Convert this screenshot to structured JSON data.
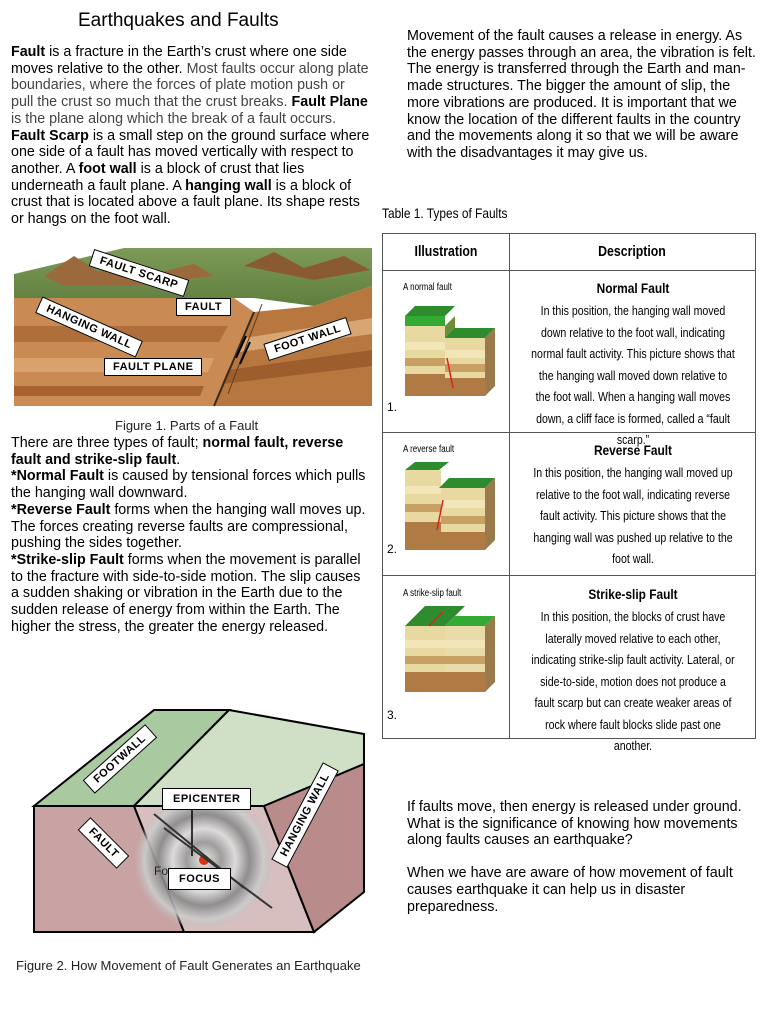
{
  "title": "Earthquakes and Faults",
  "intro": {
    "fault_term": "Fault",
    "fault_def": " is a fracture in the Earth’s crust where one side moves relative to the other.",
    "fault_more": " Most faults occur along plate boundaries, where the forces of plate motion push or pull the crust so much that the crust breaks.",
    "plane_term": "Fault Plane",
    "plane_def": " is the plane along which the break of a fault occurs.",
    "scarp_term": "Fault Scarp",
    "scarp_def": " is a small step on the ground surface where one side of a fault has moved vertically with respect to another.",
    "foot_prefix": "A ",
    "foot_term": "foot wall",
    "foot_def": " is a block of crust that lies underneath a fault plane. A ",
    "hang_term": "hanging wall",
    "hang_def": " is a block of crust that is located above a fault plane. Its shape rests or hangs on the foot wall."
  },
  "figure1": {
    "labels": {
      "scarp": "FAULT SCARP",
      "fault": "FAULT",
      "hanging": "HANGING WALL",
      "foot": "FOOT WALL",
      "plane": "FAULT PLANE"
    },
    "caption": "Figure 1. Parts of a Fault"
  },
  "types_text": {
    "lead": "There are three types of fault; ",
    "lead_bold": "normal fault, reverse fault and strike-slip fault",
    "lead_end": ".",
    "normal_term": "*Normal Fault",
    "normal_def": " is caused by tensional forces which pulls the hanging wall downward.",
    "reverse_term": "*Reverse Fault",
    "reverse_def": " forms when the hanging wall moves up. The forces creating reverse faults are compressional, pushing the sides together.",
    "strike_term": "*Strike-slip Fault",
    "strike_def": " forms when the movement is parallel to the fracture with side-to-side motion. The slip causes a sudden shaking or vibration in the Earth due to the sudden release of energy from within the Earth. The higher the stress, the greater the energy released."
  },
  "right_text": "Movement of the fault causes a release in energy. As the energy passes through an area, the vibration is felt. The energy is transferred through the Earth and man-made structures. The bigger the amount of slip, the more vibrations are produced. It is important that we know the location of the different faults in the country and the movements along it so that we will be aware with the disadvantages it may give us.",
  "table": {
    "title": "Table 1. Types of Faults",
    "col_illustration": "Illustration",
    "col_description": "Description",
    "rows": [
      {
        "num": "1.",
        "small_label": "A normal fault",
        "name": "Normal Fault",
        "description": "In this position, the hanging wall moved down relative to the foot wall, indicating normal fault activity. This picture shows that the hanging wall moved down relative to the foot wall. When a hanging wall moves down, a cliff face is formed, called a “fault scarp.”"
      },
      {
        "num": "2.",
        "small_label": "A reverse fault",
        "name": "Reverse Fault",
        "description": "In this position, the hanging wall moved up relative to the foot wall, indicating reverse fault activity. This picture shows that the hanging wall was pushed up relative to the foot wall."
      },
      {
        "num": "3.",
        "small_label": "A strike-slip fault",
        "name": "Strike-slip Fault",
        "description": "In this position, the blocks of crust have laterally moved relative to each other, indicating strike-slip fault activity. Lateral, or side-to-side, motion does not produce a fault scarp but can create weaker areas of rock where fault blocks slide past one another."
      }
    ]
  },
  "figure2": {
    "labels": {
      "footwall": "FOOTWALL",
      "epicenter": "EPICENTER",
      "hanging": "HANGING WALL",
      "fault": "FAULT",
      "focus": "FOCUS",
      "fo": "Fo"
    },
    "caption": "Figure 2. How Movement of Fault Generates an Earthquake"
  },
  "qa": {
    "question": "If faults move, then energy is released under ground. What is the significance of knowing how movements along faults causes an earthquake?",
    "answer": "When we have are aware of how movement of fault causes earthquake it can help us in disaster preparedness."
  }
}
